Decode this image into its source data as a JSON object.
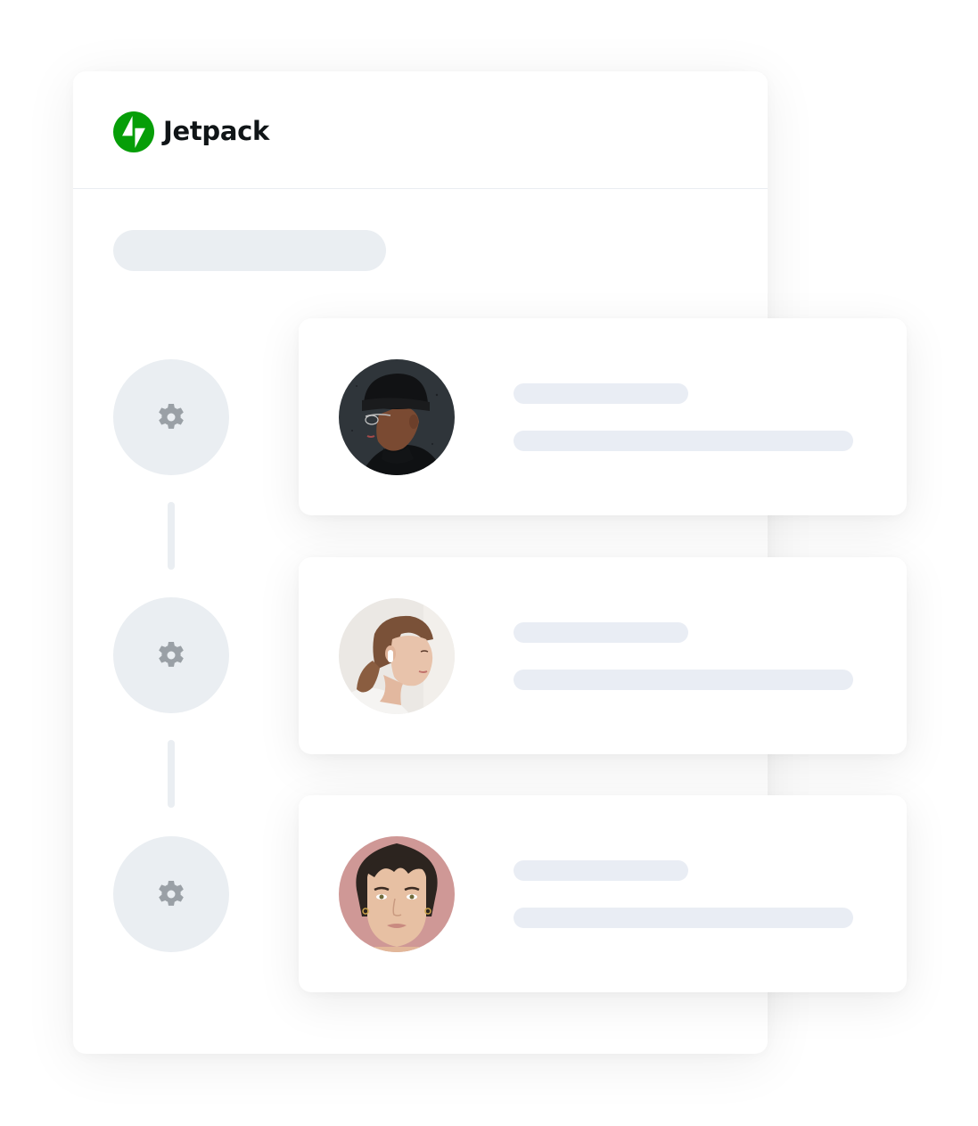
{
  "brand": {
    "name": "Jetpack",
    "logo_icon": "jetpack-bolt-icon",
    "logo_color": "#069e08"
  },
  "colors": {
    "skeleton": "#eaeef2",
    "skeleton_line": "#e9edf4",
    "gear": "#9aa0a6",
    "divider": "#eaedf1",
    "card_bg": "#ffffff"
  },
  "steps": [
    {
      "icon": "gear-icon"
    },
    {
      "icon": "gear-icon"
    },
    {
      "icon": "gear-icon"
    }
  ],
  "people": [
    {
      "avatar": "man-in-black-beanie-and-glasses",
      "avatar_bg": "#2b3035"
    },
    {
      "avatar": "woman-with-ponytail-and-earbud",
      "avatar_bg": "#e9e6e2"
    },
    {
      "avatar": "woman-with-bangs-pink-background",
      "avatar_bg": "#cf9a98"
    }
  ]
}
